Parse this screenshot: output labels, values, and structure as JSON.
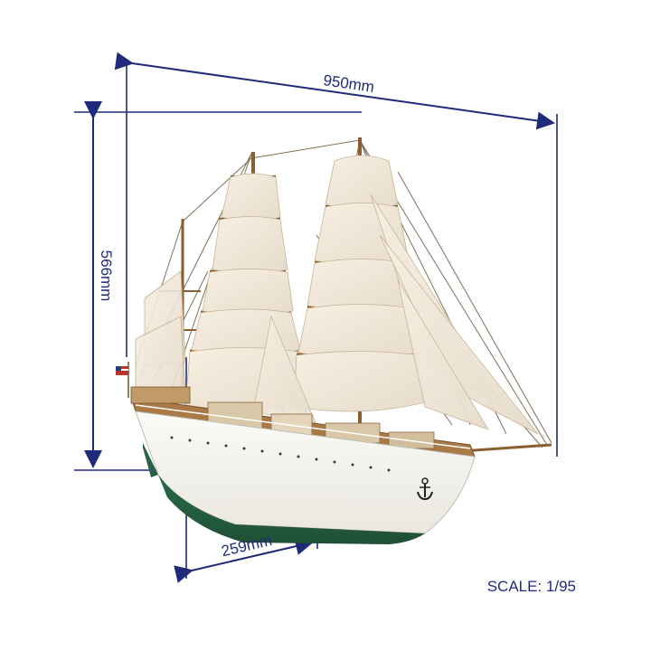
{
  "dimensions": {
    "length_label": "950mm",
    "height_label": "566mm",
    "beam_label": "259mm"
  },
  "scale_label": "SCALE: 1/95",
  "colors": {
    "dimension_lines": "#1f2a7a",
    "hull_white": "#f4f2ec",
    "hull_green": "#2f6b4a",
    "sail": "#efe6d6",
    "wood": "#9a6b3a",
    "rigging": "#5e4a32"
  },
  "icons": {
    "anchor": "anchor-icon",
    "flag": "flag-icon"
  }
}
